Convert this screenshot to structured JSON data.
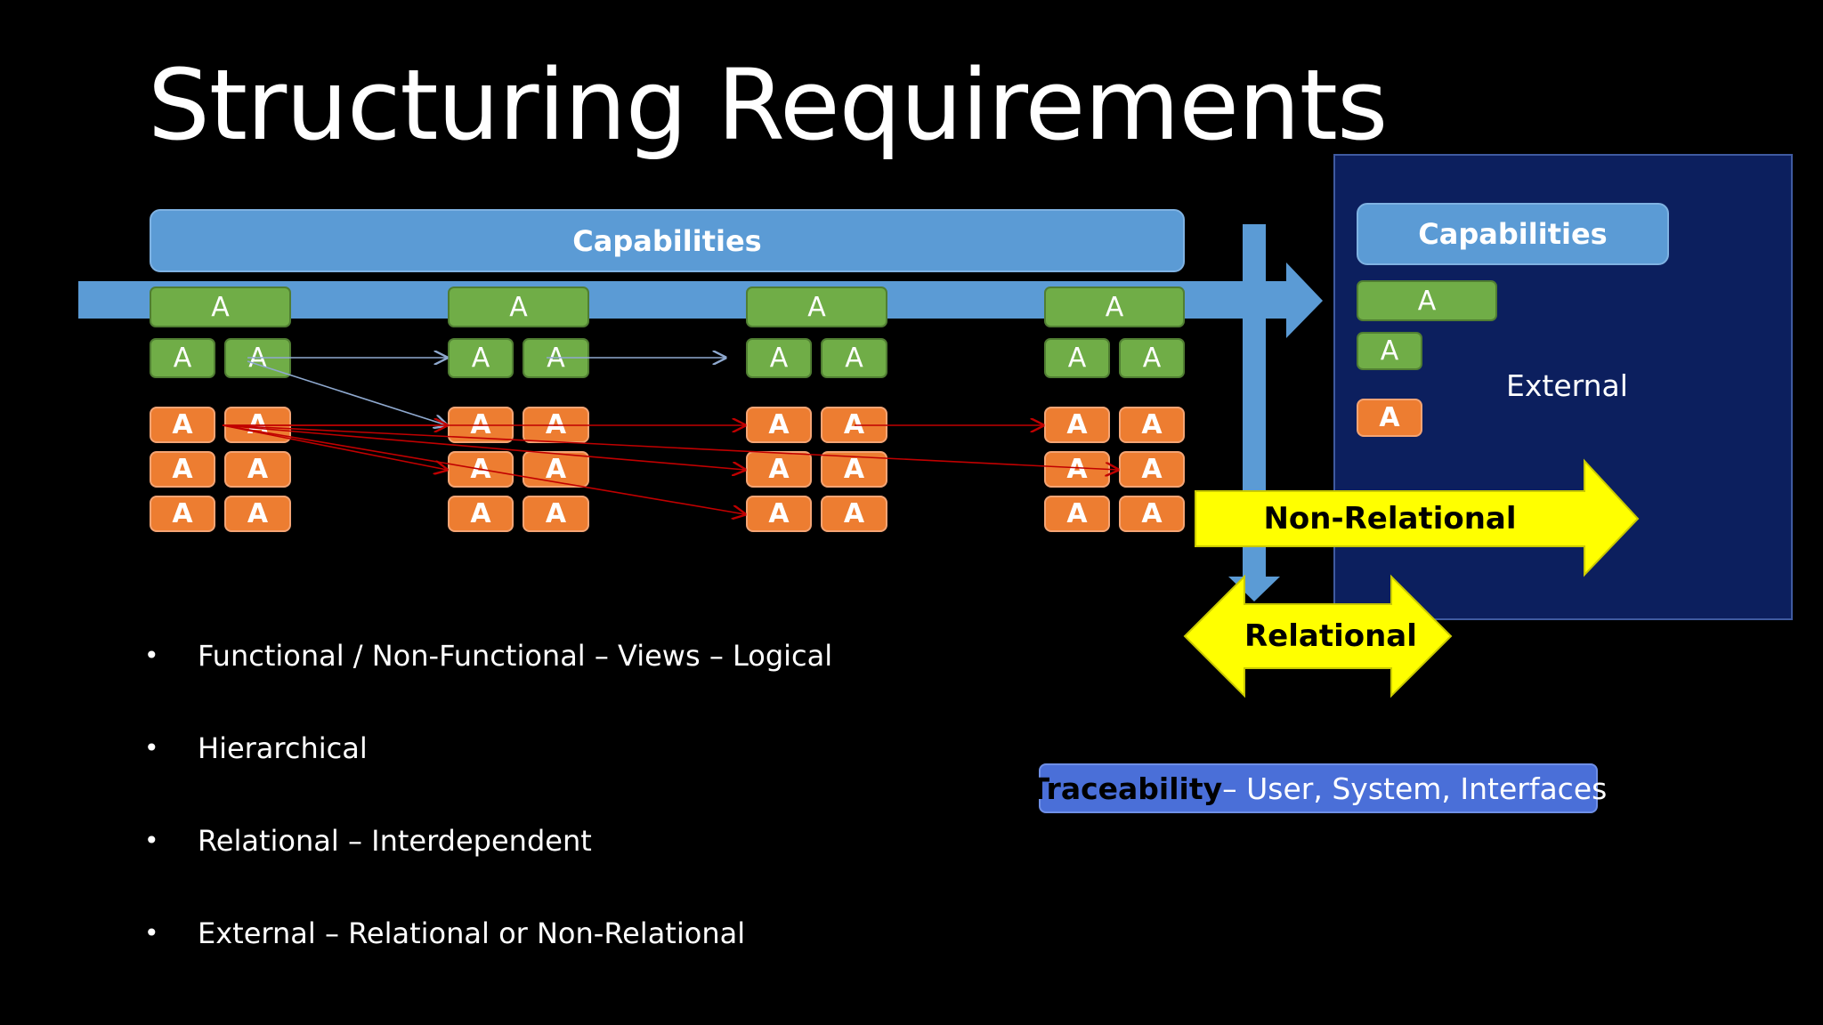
{
  "slide": {
    "title": "Structuring Requirements",
    "capabilities_label": "Capabilities",
    "block_label": "A",
    "external": {
      "capabilities_label": "Capabilities",
      "label": "External"
    },
    "arrows": {
      "non_relational": "Non-Relational",
      "relational": "Relational"
    },
    "bullets": [
      "Functional / Non-Functional – Views – Logical",
      "Hierarchical",
      "Relational – Interdependent",
      "External – Relational or Non-Relational"
    ],
    "traceability": {
      "strong": "Traceability",
      "rest": " – User, System, Interfaces"
    }
  },
  "colors": {
    "capability_blue": "#5b9bd5",
    "green_block": "#70ad47",
    "orange_block": "#ed7d31",
    "external_panel": "#0c1f5e",
    "yellow_arrow": "#ffff00",
    "trace_bar": "#4a6fd8",
    "red_link": "#c00000",
    "blue_link": "#8fa9cf"
  }
}
